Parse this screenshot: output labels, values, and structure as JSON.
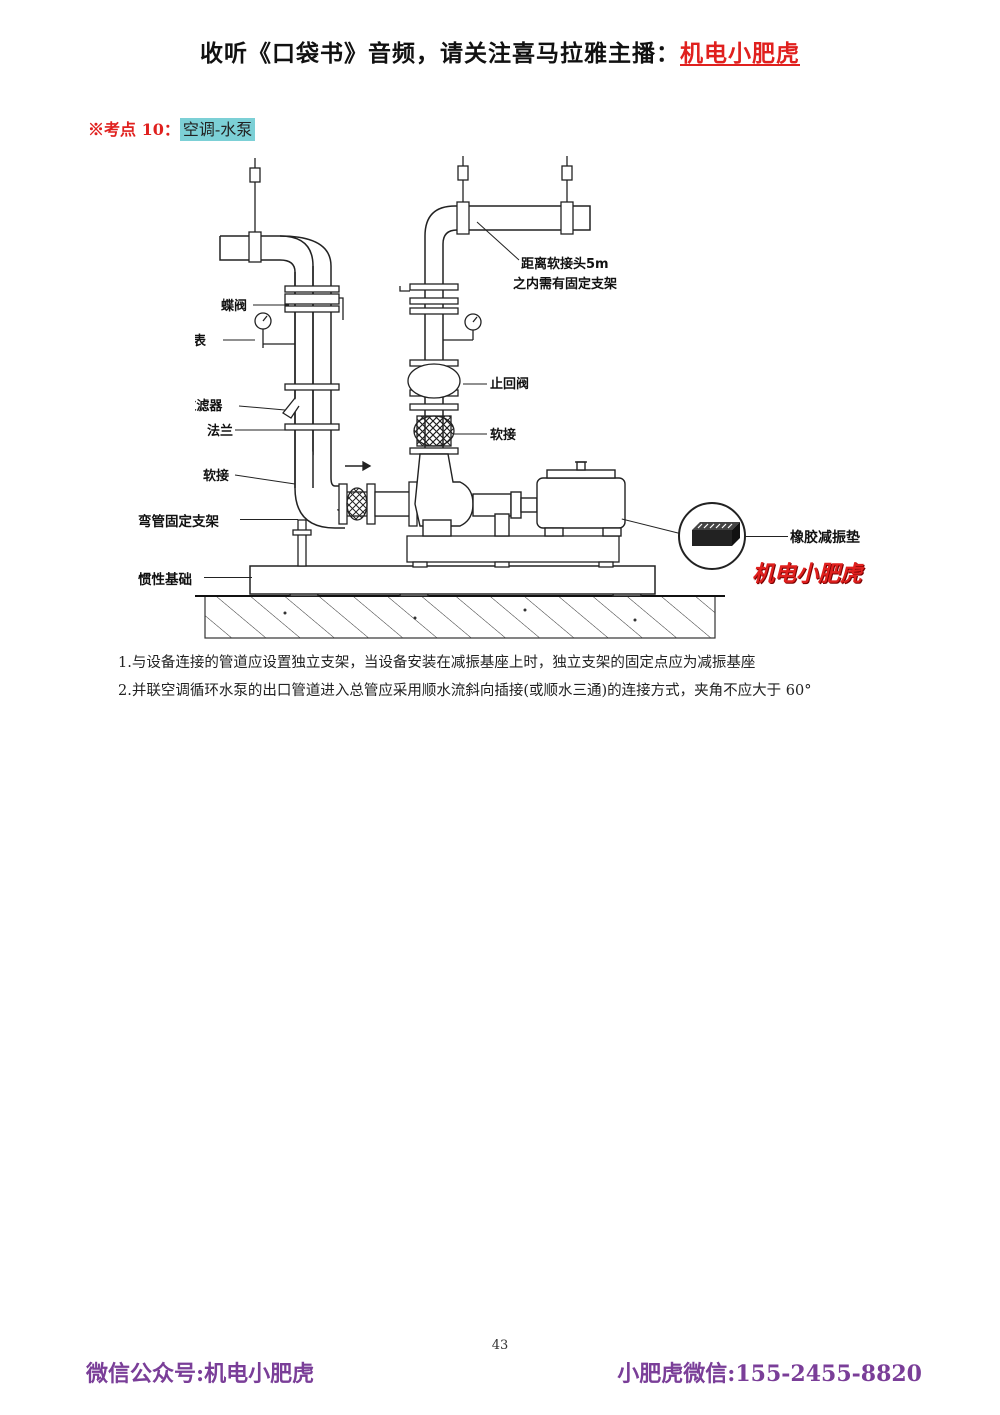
{
  "header": {
    "title_prefix": "收听《口袋书》音频，请关注喜马拉雅主播：",
    "brand": "机电小肥虎"
  },
  "keypoint": {
    "label": "※考点 10：",
    "topic": "空调-水泵"
  },
  "diagram": {
    "labels": {
      "butterfly_valve": "蝶阀",
      "pressure_gauge": "压力表",
      "y_filter": "Y型过滤器",
      "flange": "法兰",
      "flex_joint_left": "软接",
      "elbow_support": "弯管固定支架",
      "inertia_base": "惯性基础",
      "support_note_line1": "距离软接头5m",
      "support_note_line2": "之内需有固定支架",
      "check_valve": "止回阀",
      "flex_joint_right": "软接",
      "rubber_pad": "橡胶减振垫",
      "watermark": "机电小肥虎"
    }
  },
  "notes": {
    "line1": "1.与设备连接的管道应设置独立支架，当设备安装在减振基座上时，独立支架的固定点应为减振基座",
    "line2": "2.并联空调循环水泵的出口管道进入总管应采用顺水流斜向插接(或顺水三通)的连接方式，夹角不应大于 60°"
  },
  "page_number": "43",
  "footer": {
    "left": "微信公众号:机电小肥虎",
    "right": "小肥虎微信:155-2455-8820"
  }
}
